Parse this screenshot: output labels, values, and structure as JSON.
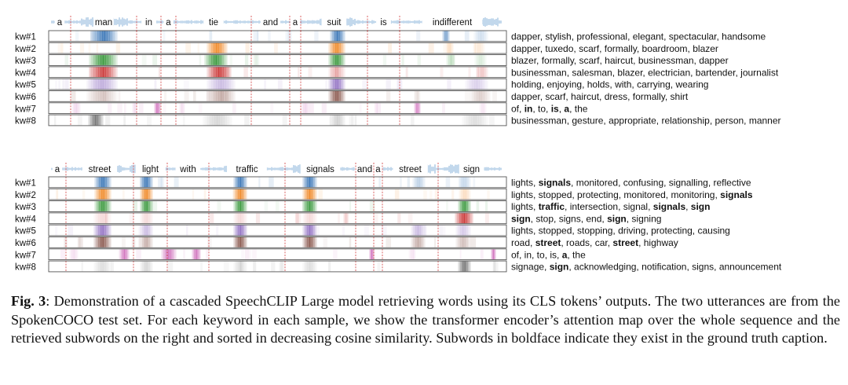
{
  "figure": {
    "samples": [
      {
        "words": [
          "a",
          "man",
          "in",
          "a",
          "tie",
          "and",
          "a",
          "suit",
          "is",
          "indifferent"
        ],
        "keywords": [
          {
            "label": "kw#1",
            "color": "#3d78b8",
            "segments": [
              {
                "text": "dapper, stylish, professional, elegant, spectacular, handsome",
                "bold": false
              }
            ]
          },
          {
            "label": "kw#2",
            "color": "#f08a2a",
            "segments": [
              {
                "text": "dapper, tuxedo, scarf, formally, boardroom, blazer",
                "bold": false
              }
            ]
          },
          {
            "label": "kw#3",
            "color": "#3d9a40",
            "segments": [
              {
                "text": "blazer, formally, scarf, haircut, businessman, dapper",
                "bold": false
              }
            ]
          },
          {
            "label": "kw#4",
            "color": "#cc3b3b",
            "segments": [
              {
                "text": "businessman, salesman, blazer, electrician, bartender, journalist",
                "bold": false
              }
            ]
          },
          {
            "label": "kw#5",
            "color": "#9474c4",
            "segments": [
              {
                "text": "holding, enjoying, holds, with, carrying, wearing",
                "bold": false
              }
            ]
          },
          {
            "label": "kw#6",
            "color": "#8c5a50",
            "segments": [
              {
                "text": "dapper, scarf, haircut, dress, formally, shirt",
                "bold": false
              }
            ]
          },
          {
            "label": "kw#7",
            "color": "#d276bf",
            "segments": [
              {
                "text": "of, ",
                "bold": false
              },
              {
                "text": "in",
                "bold": true
              },
              {
                "text": ", to, ",
                "bold": false
              },
              {
                "text": "is",
                "bold": true
              },
              {
                "text": ", ",
                "bold": false
              },
              {
                "text": "a",
                "bold": true
              },
              {
                "text": ", the",
                "bold": false
              }
            ]
          },
          {
            "label": "kw#8",
            "color": "#777777",
            "segments": [
              {
                "text": "businessman, gesture, appropriate, relationship, person, manner",
                "bold": false
              }
            ]
          }
        ]
      },
      {
        "words": [
          "a",
          "street",
          "light",
          "with",
          "traffic",
          "signals",
          "and",
          "a",
          "street",
          "sign"
        ],
        "keywords": [
          {
            "label": "kw#1",
            "color": "#3d78b8",
            "segments": [
              {
                "text": "lights, ",
                "bold": false
              },
              {
                "text": "signals",
                "bold": true
              },
              {
                "text": ", monitored, confusing, signalling, reflective",
                "bold": false
              }
            ]
          },
          {
            "label": "kw#2",
            "color": "#f08a2a",
            "segments": [
              {
                "text": "lights, stopped, protecting, monitored, monitoring, ",
                "bold": false
              },
              {
                "text": "signals",
                "bold": true
              }
            ]
          },
          {
            "label": "kw#3",
            "color": "#3d9a40",
            "segments": [
              {
                "text": "lights, ",
                "bold": false
              },
              {
                "text": "traffic",
                "bold": true
              },
              {
                "text": ", intersection, signal, ",
                "bold": false
              },
              {
                "text": "signals",
                "bold": true
              },
              {
                "text": ", ",
                "bold": false
              },
              {
                "text": "sign",
                "bold": true
              }
            ]
          },
          {
            "label": "kw#4",
            "color": "#cc3b3b",
            "segments": [
              {
                "text": "sign",
                "bold": true
              },
              {
                "text": ", stop, signs, end, ",
                "bold": false
              },
              {
                "text": "sign",
                "bold": true
              },
              {
                "text": ", signing",
                "bold": false
              }
            ]
          },
          {
            "label": "kw#5",
            "color": "#9474c4",
            "segments": [
              {
                "text": "lights, stopped, stopping, driving, protecting, causing",
                "bold": false
              }
            ]
          },
          {
            "label": "kw#6",
            "color": "#8c5a50",
            "segments": [
              {
                "text": "road, ",
                "bold": false
              },
              {
                "text": "street",
                "bold": true
              },
              {
                "text": ", roads, car, ",
                "bold": false
              },
              {
                "text": "street",
                "bold": true
              },
              {
                "text": ", highway",
                "bold": false
              }
            ]
          },
          {
            "label": "kw#7",
            "color": "#d276bf",
            "segments": [
              {
                "text": "of, in, to, is, ",
                "bold": false
              },
              {
                "text": "a",
                "bold": true
              },
              {
                "text": ", the",
                "bold": false
              }
            ]
          },
          {
            "label": "kw#8",
            "color": "#777777",
            "segments": [
              {
                "text": "signage, ",
                "bold": false
              },
              {
                "text": "sign",
                "bold": true
              },
              {
                "text": ", acknowledging, notification, signs, announcement",
                "bold": false
              }
            ]
          }
        ]
      }
    ]
  },
  "caption": {
    "label": "Fig. 3",
    "text": ": Demonstration of a cascaded SpeechCLIP Large model retrieving words using its CLS tokens’ outputs. The two utterances are from the SpokenCOCO test set. For each keyword in each sample, we show the transformer encoder’s attention map over the whole sequence and the retrieved subwords on the right and sorted in decreasing cosine similarity. Subwords in boldface indicate they exist in the ground truth caption."
  },
  "colors": {
    "waveform": "#a9c7e3",
    "boundary": "#d23a3a",
    "row_border": "#555555"
  }
}
